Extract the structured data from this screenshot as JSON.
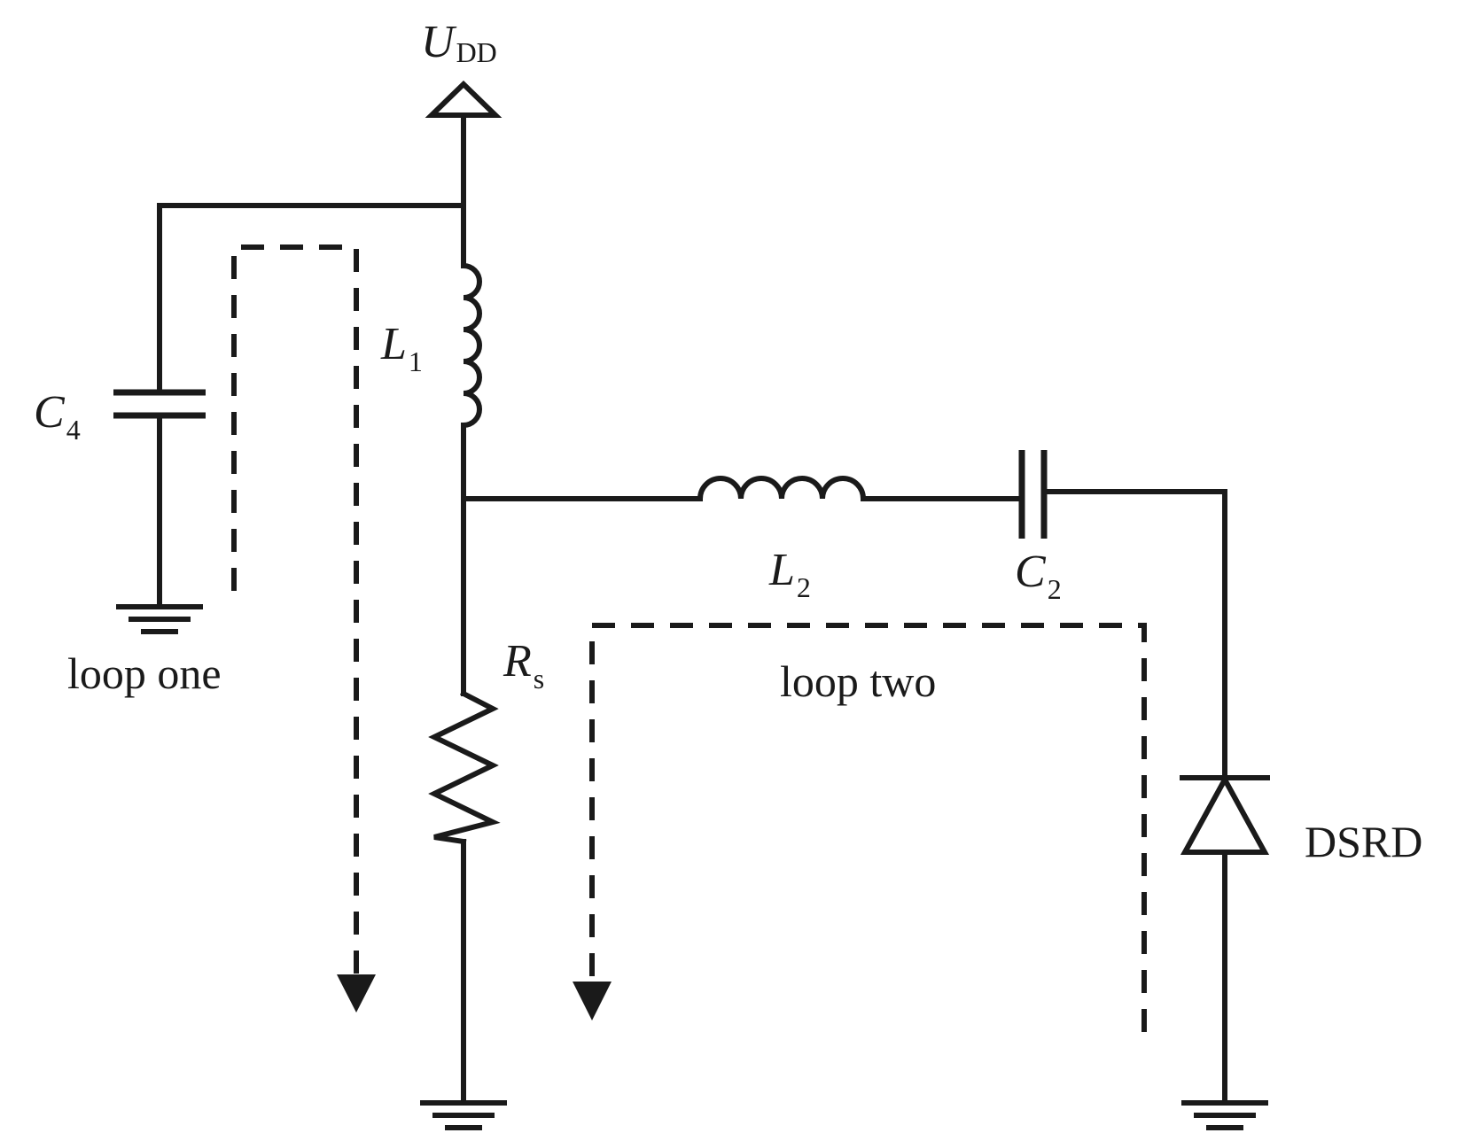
{
  "supply": {
    "symbol": "U",
    "subscript": "DD"
  },
  "components": {
    "C4": {
      "symbol": "C",
      "subscript": "4"
    },
    "L1": {
      "symbol": "L",
      "subscript": "1"
    },
    "L2": {
      "symbol": "L",
      "subscript": "2"
    },
    "C2": {
      "symbol": "C",
      "subscript": "2"
    },
    "Rs": {
      "symbol": "R",
      "subscript": "s"
    },
    "diode": {
      "label": "DSRD"
    }
  },
  "loops": {
    "one": {
      "label": "loop one"
    },
    "two": {
      "label": "loop two"
    }
  }
}
